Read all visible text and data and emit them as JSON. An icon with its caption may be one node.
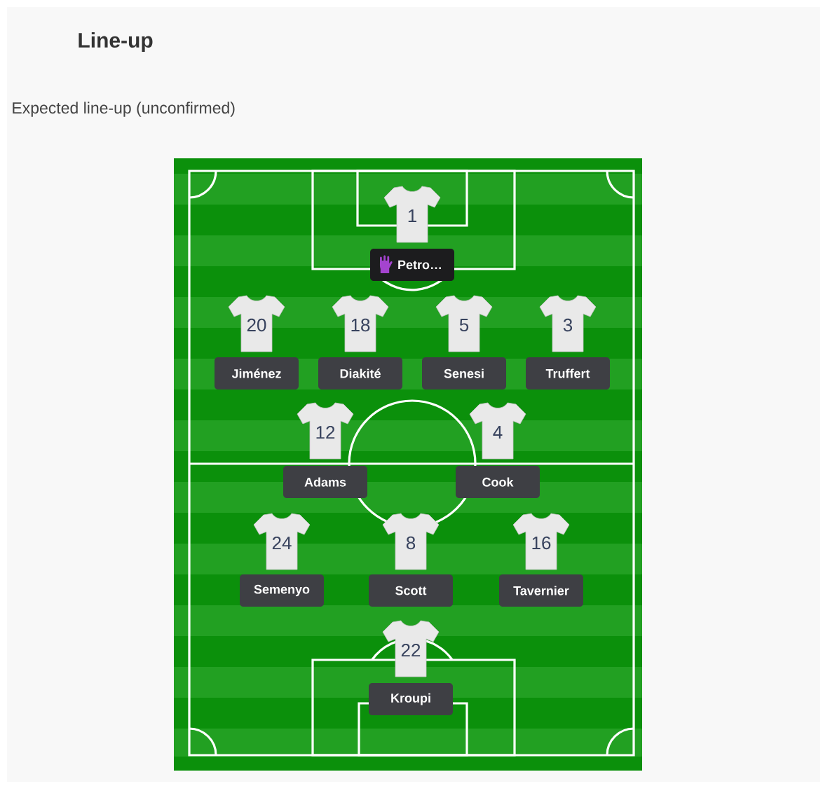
{
  "diagram": {
    "title": "Line-up",
    "nodes": [
      {
        "text": [
          "1"
        ]
      },
      {
        "text": [
          "Petro…"
        ]
      },
      {
        "text": [
          "20"
        ]
      },
      {
        "text": [
          "Jiménez"
        ]
      },
      {
        "text": [
          "18"
        ]
      },
      {
        "text": [
          "Diakité"
        ]
      },
      {
        "text": [
          "5"
        ]
      },
      {
        "text": [
          "Senesi"
        ]
      },
      {
        "text": [
          "3"
        ]
      },
      {
        "text": [
          "Truffert"
        ]
      },
      {
        "text": [
          "12"
        ]
      },
      {
        "text": [
          "Adams"
        ]
      },
      {
        "text": [
          "4"
        ]
      },
      {
        "text": [
          "Cook"
        ]
      },
      {
        "text": [
          "24"
        ]
      },
      {
        "text": [
          "Semenyo"
        ]
      },
      {
        "text": [
          "8"
        ]
      },
      {
        "text": [
          "Scott"
        ]
      },
      {
        "text": [
          "16"
        ]
      },
      {
        "text": [
          "Tavernier"
        ]
      },
      {
        "text": [
          "22"
        ]
      },
      {
        "text": [
          "Kroupi"
        ]
      }
    ],
    "labels": [
      "Expected line-up (unconfirmed)"
    ]
  }
}
